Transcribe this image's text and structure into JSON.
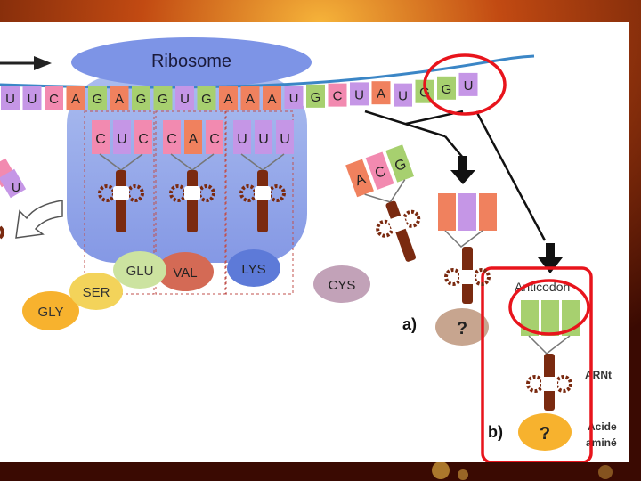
{
  "ribosome_label": "Ribosome",
  "mrna_codons_visible": [
    "U",
    "U",
    "C",
    "A",
    "G",
    "A",
    "G",
    "G",
    "U",
    "G",
    "A",
    "A",
    "A",
    "U",
    "G",
    "C",
    "U",
    "A",
    "U",
    "G",
    "G",
    "U"
  ],
  "trna_anticodons": [
    {
      "letters": [
        "C",
        "U",
        "C"
      ],
      "amino_acid": "GLU"
    },
    {
      "letters": [
        "C",
        "A",
        "C"
      ],
      "amino_acid": "VAL"
    },
    {
      "letters": [
        "U",
        "U",
        "U"
      ],
      "amino_acid": "LYS"
    },
    {
      "letters": [
        "A",
        "C",
        "G"
      ],
      "amino_acid": "CYS"
    }
  ],
  "peptide_chain": [
    "GLY",
    "SER",
    "GLU"
  ],
  "partial_trna_letters": [
    "U"
  ],
  "question_a": {
    "label": "a)",
    "mark": "?"
  },
  "question_b": {
    "label": "b)",
    "mark": "?",
    "anticodon_label": "Anticodon",
    "trna_label": "ARNt",
    "amino_label_line1": "Acide",
    "amino_label_line2": "aminé"
  },
  "colors": {
    "A": "#f0815e",
    "U": "#c596e6",
    "G": "#a7d06f",
    "C": "#f28ab0",
    "ribosome": "#6f86e0",
    "highlight": "#e8141c"
  }
}
